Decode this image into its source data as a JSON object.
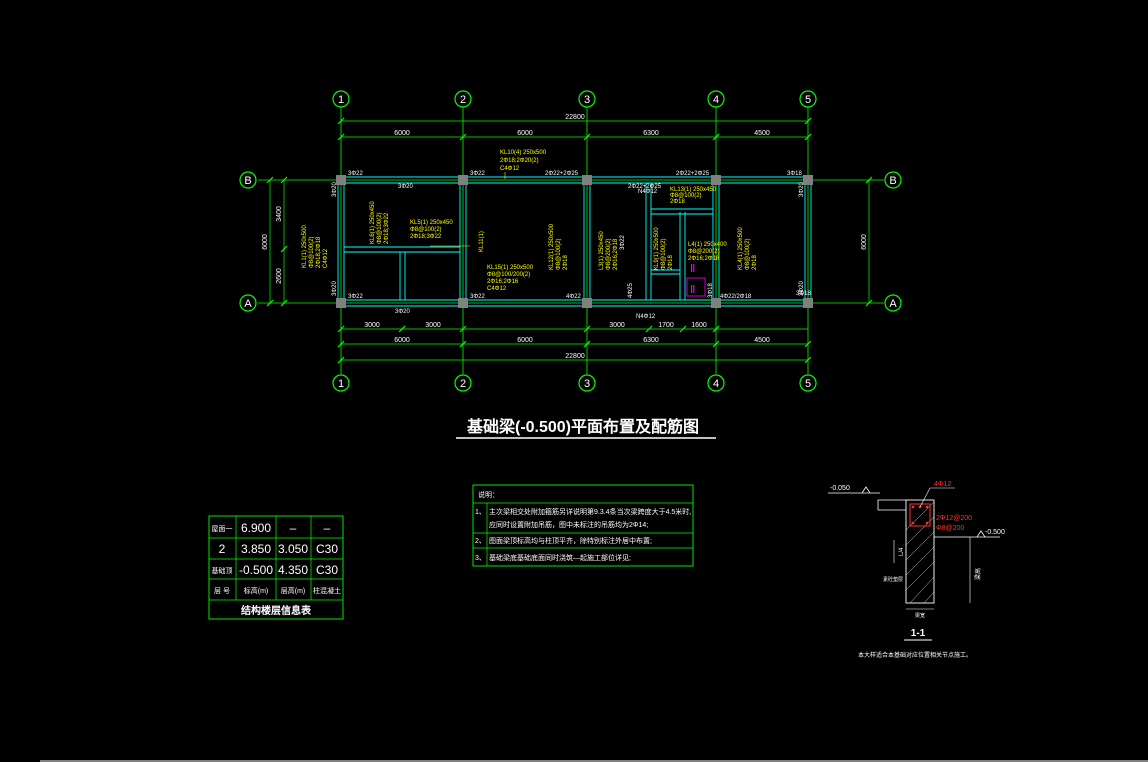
{
  "plan": {
    "title": "基础梁(-0.500)平面布置及配筋图",
    "axes_x": [
      "1",
      "2",
      "3",
      "4",
      "5"
    ],
    "axes_y": [
      "B",
      "A"
    ],
    "dims_top_total": "22800",
    "dims_top": [
      "6000",
      "6000",
      "6300",
      "4500"
    ],
    "dims_bottom_detail": [
      "3000",
      "3000",
      "3000",
      "1700",
      "1600"
    ],
    "dims_bottom": [
      "6000",
      "6000",
      "6300",
      "4500"
    ],
    "dims_bottom_total": "22800",
    "dims_left": [
      "3400",
      "2600"
    ],
    "dims_left_total": "6000",
    "dims_right_total": "6000"
  },
  "beam_labels": {
    "kl10": [
      "KL10(4) 250x500",
      "2Φ18;2Φ20(2)",
      "C4Φ12"
    ],
    "kl5": [
      "KL5(1) 250x450",
      "Φ8@100(2)",
      "2Φ18;3Φ22"
    ],
    "kl1": [
      "KL1(1) 250x500",
      "Φ8@100(2)",
      "2Φ18;2Φ18",
      "C4Φ12"
    ],
    "kl11": [
      "KL11(1)"
    ],
    "kl15": [
      "KL15(1) 250x500",
      "Φ8@100/200(2)",
      "2Φ16;2Φ16",
      "C4Φ12"
    ],
    "kl6": [
      "KL6(1) 250x450",
      "Φ8@100(2)",
      "2Φ18;3Φ22"
    ],
    "kl12": [
      "KL12(1) 250x500",
      "Φ8@100(2)",
      "2Φ18"
    ],
    "kl13": [
      "KL13(1) 250x450",
      "Φ8@100(2)",
      "2Φ18"
    ],
    "l3": [
      "L3(1) 250x450",
      "Φ8@200(2)",
      "2Φ16;2Φ18"
    ],
    "l4": [
      "L4(1) 250x400",
      "Φ8@200(2)",
      "2Φ16;2Φ18"
    ],
    "kl9": [
      "KL9(1) 250x500",
      "Φ8@100(2)",
      "2Φ18"
    ],
    "kl4": [
      "KL4(1) 250x500",
      "Φ8@100(2)",
      "2Φ18"
    ]
  },
  "rebar_notes": {
    "b1": "3Φ22",
    "b2": "3Φ20",
    "b3": "3Φ22",
    "b4": "2Φ22+2Φ25",
    "b5": "2Φ22+2Φ25",
    "b6": "2Φ22+2Φ25",
    "b7": "3Φ18",
    "a1": "3Φ22",
    "a2": "3Φ22",
    "a3": "4Φ22",
    "a4": "4Φ22/2Φ18",
    "a5": "3Φ18",
    "c1": "3Φ20",
    "c2": "3Φ20",
    "c3": "3Φ20",
    "c4": "3Φ20",
    "c5": "3Φ22",
    "c6": "4Φ25",
    "c7": "3Φ18",
    "n1": "N4Φ12",
    "n2": "N4Φ12",
    "d1": "3Φ20"
  },
  "stair_marks": [
    "Ⅱ",
    "Ⅱ"
  ],
  "info_table": {
    "caption": "结构楼层信息表",
    "rows": [
      [
        "屋面一",
        "6.900",
        "–",
        "–"
      ],
      [
        "2",
        "3.850",
        "3.050",
        "C30"
      ],
      [
        "基础顶",
        "-0.500",
        "4.350",
        "C30"
      ],
      [
        "层 号",
        "标高(m)",
        "层高(m)",
        "柱混凝土"
      ]
    ]
  },
  "notes": {
    "header": "说明：",
    "items": [
      {
        "num": "1、",
        "text": "主次梁相交处附加箍筋另详说明第9.3.4条当次梁跨度大于4.5米时,"
      },
      {
        "num": "",
        "text": "应同时设置附加吊筋，图中未标注的吊筋均为2Φ14;"
      },
      {
        "num": "2、",
        "text": "图面梁顶标高均与柱顶平齐，除特别标注外居中布置;"
      },
      {
        "num": "3、",
        "text": "基础梁底基础底面同时浇筑—起施工部位详见;"
      }
    ]
  },
  "section": {
    "label": "1-1",
    "note": "本大样适合本基础对应位置相关节点施工。",
    "elev_top": "-0.050",
    "elev_side": "-0.500",
    "rebar_top": "4Φ12",
    "rebar_mid1": "2Φ12@200",
    "rebar_mid2": "Φ8@200",
    "left_mark": "L/4",
    "bottom_mark": "梁宽",
    "side_mark": "梁高",
    "pad_label": "素砼垫层"
  },
  "colors": {
    "grid": "#00ff00",
    "beam": "#00ffff",
    "label": "#ffff00",
    "text": "#ffffff",
    "magenta": "#ff00ff",
    "red": "#ff3030",
    "column": "#808080"
  }
}
